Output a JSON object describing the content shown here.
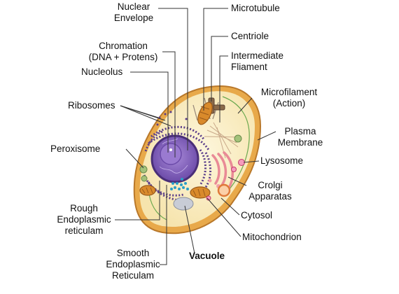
{
  "diagram": {
    "labels": {
      "nuclear_envelope": "Nuclear\nEnvelope",
      "microtubule": "Microtubule",
      "centriole": "Centriole",
      "chromation": "Chromation\n(DNA + Protens)",
      "intermediate_filament": "Intermediate\nFliament",
      "nucleolus": "Nucleolus",
      "microfilament": "Microfilament\n(Action)",
      "ribosomes": "Ribosomes",
      "plasma_membrane": "Plasma\nMembrane",
      "peroxisome": "Peroxisome",
      "lysosome": "Lysosome",
      "golgi": "Crolgi\nApparatas",
      "rough_er": "Rough\nEndoplasmic\nreticulam",
      "cytosol": "Cytosol",
      "mitochondrion": "Mitochondrion",
      "smooth_er": "Smooth\nEndoplasmic\nReticulam",
      "vacuole": "Vacuole"
    },
    "colors": {
      "cytoplasm": "#fbf0c8",
      "membrane": "#d89a3a",
      "nucleus": "#7b5bb0",
      "nuclear_envelope": "#4a2f78",
      "nucleolus": "#9a7ad0",
      "mitochondrion": "#d98a2b",
      "golgi": "#f2a0a8",
      "lysosome": "#e35a8a",
      "vacuole": "#c8ccd6",
      "peroxisome": "#8fae6a",
      "smooth_er": "#2a9fc8",
      "leader_line": "#333333"
    }
  }
}
